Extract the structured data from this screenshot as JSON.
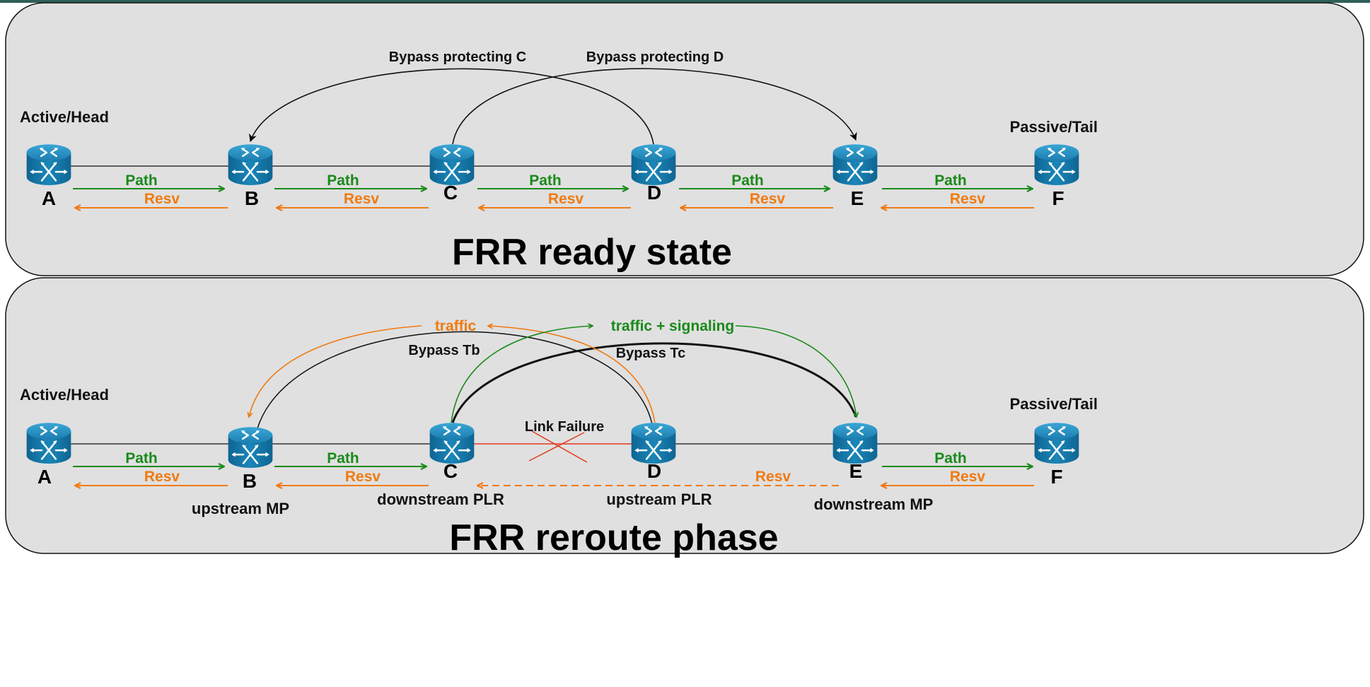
{
  "colors": {
    "panel_fill": "#e0e0e0",
    "top_bar": "#2f5f5a",
    "path_green": "#1a8a1a",
    "resv_orange": "#f07a10",
    "failure_red": "#e23b1e",
    "router_blue": "#1a80b0"
  },
  "icon": "router-icon",
  "top_panel": {
    "title": "FRR ready state",
    "head_label": "Active/Head",
    "tail_label": "Passive/Tail",
    "nodes": [
      "A",
      "B",
      "C",
      "D",
      "E",
      "F"
    ],
    "path_label": "Path",
    "resv_label": "Resv",
    "bypass_c_label": "Bypass protecting C",
    "bypass_d_label": "Bypass protecting D"
  },
  "bottom_panel": {
    "title": "FRR reroute phase",
    "head_label": "Active/Head",
    "tail_label": "Passive/Tail",
    "nodes": [
      "A",
      "B",
      "C",
      "D",
      "E",
      "F"
    ],
    "path_label": "Path",
    "resv_label": "Resv",
    "traffic_label": "traffic",
    "traffic_signaling_label": "traffic + signaling",
    "bypass_tb_label": "Bypass Tb",
    "bypass_tc_label": "Bypass Tc",
    "link_failure_label": "Link Failure",
    "upstream_mp_label": "upstream MP",
    "downstream_plr_label": "downstream PLR",
    "upstream_plr_label": "upstream PLR",
    "downstream_mp_label": "downstream MP"
  }
}
